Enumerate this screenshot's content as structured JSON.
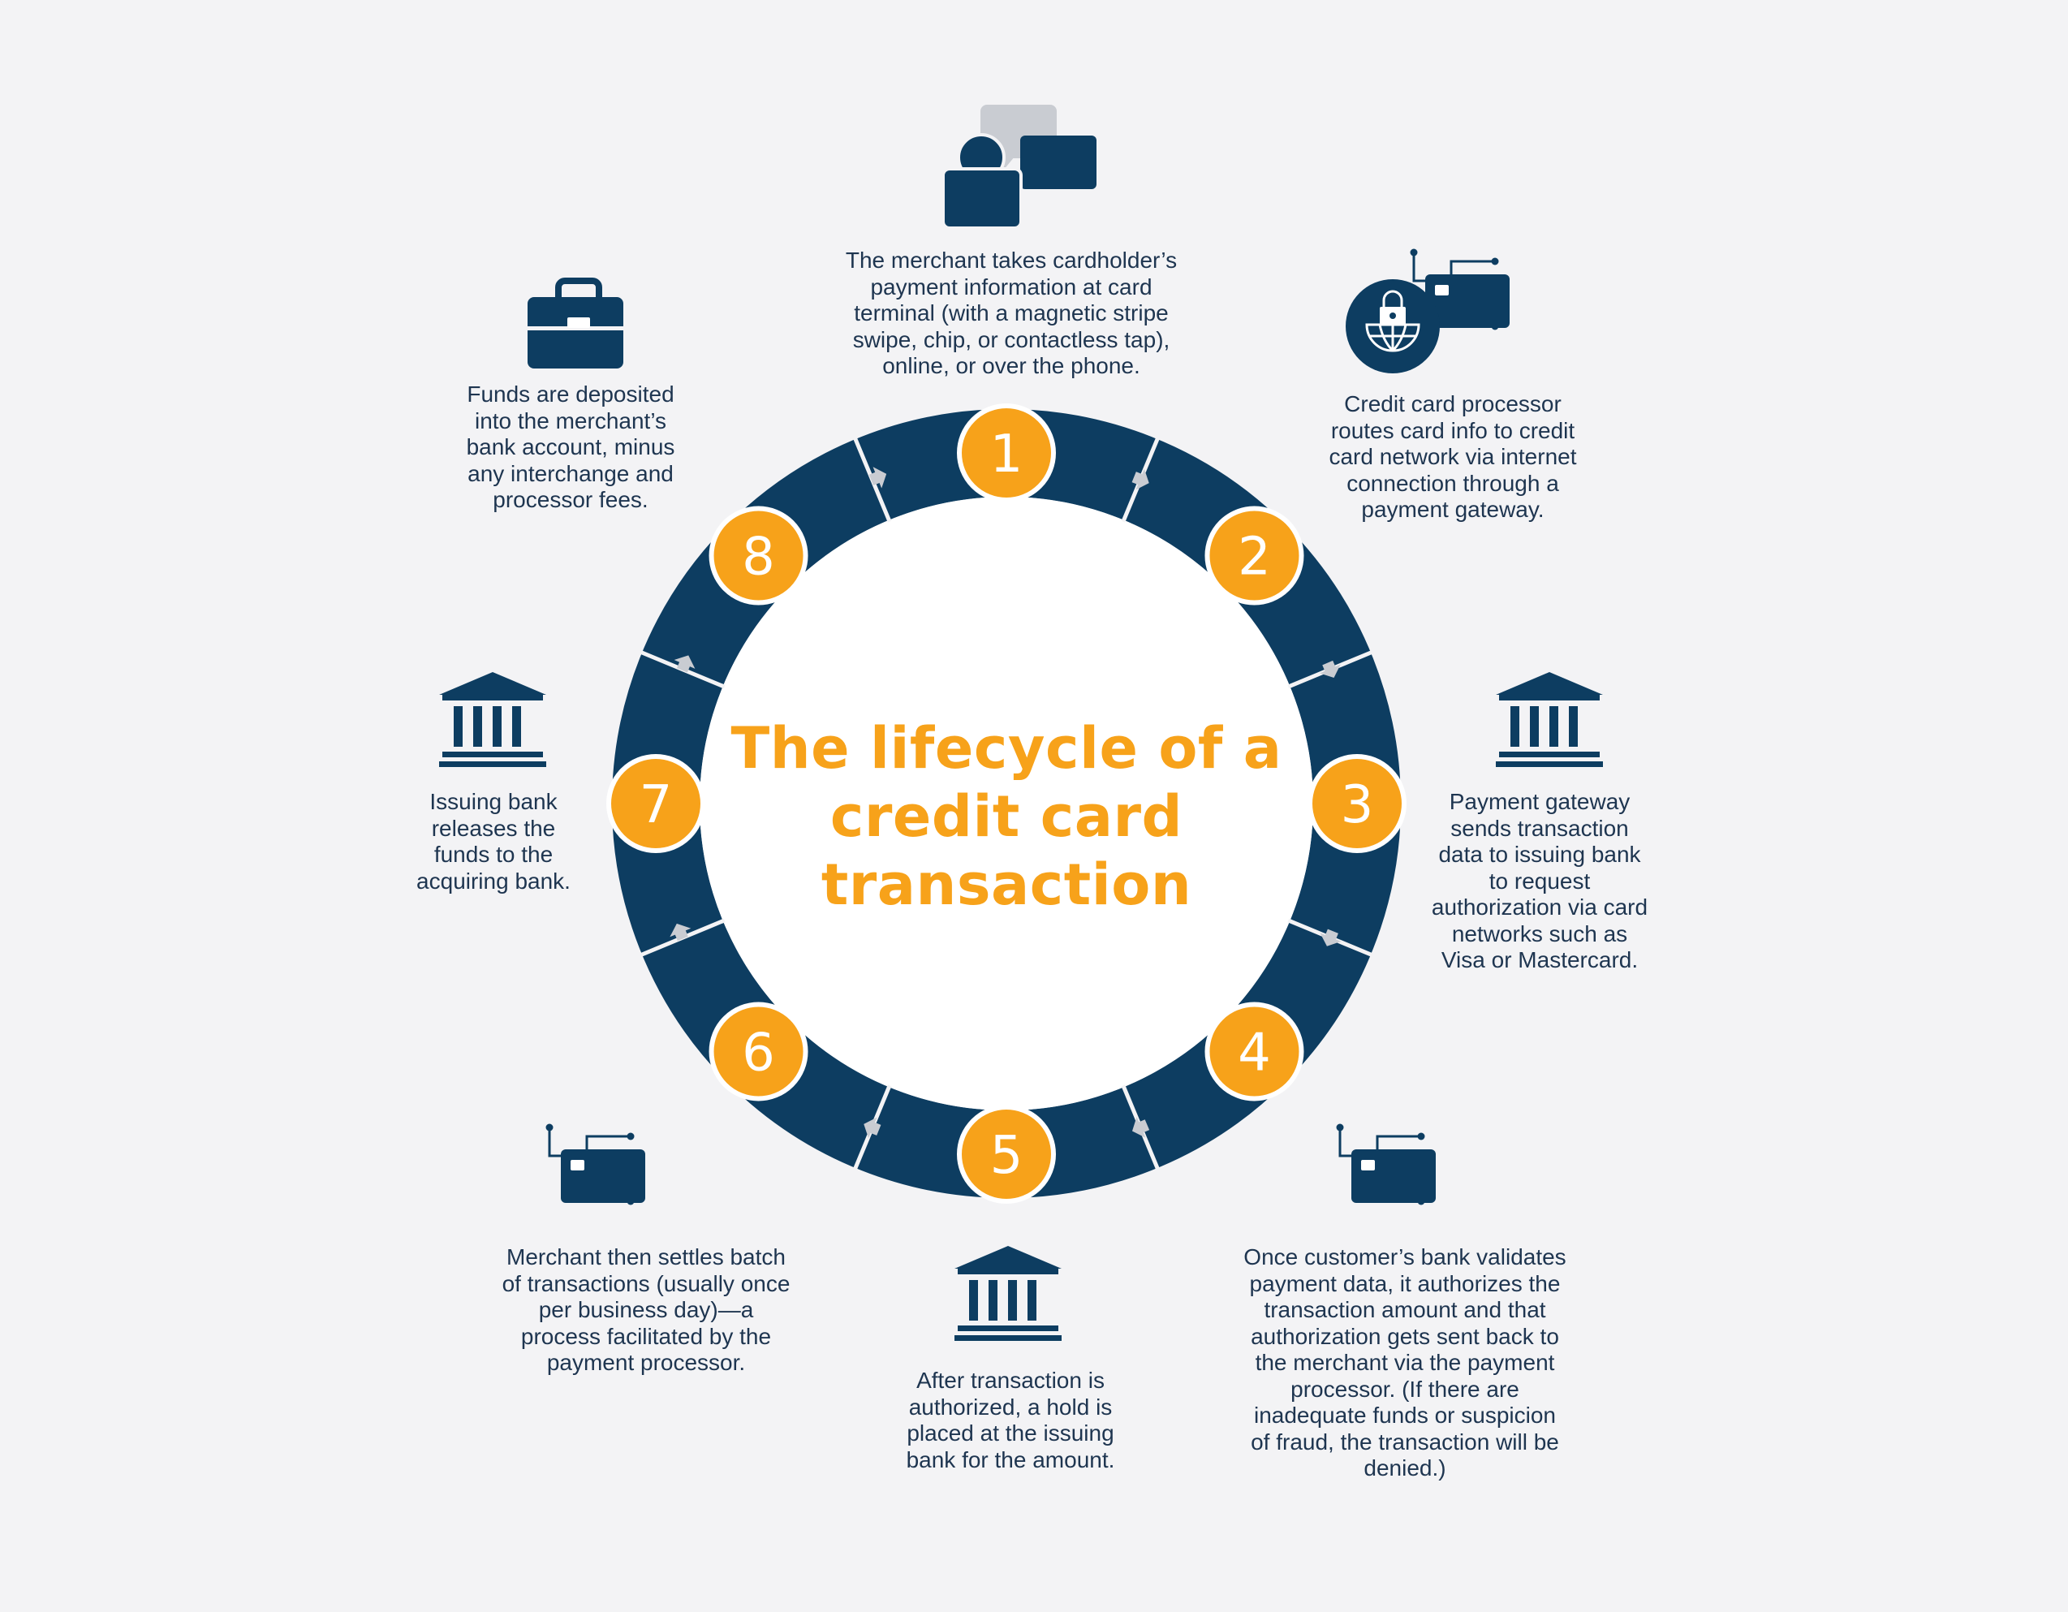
{
  "title": "The lifecycle of a credit card transaction",
  "colors": {
    "background": "#f3f3f5",
    "navy": "#0d3d61",
    "orange": "#f7a21a",
    "arrow": "#c9ccd2",
    "text": "#1e3550"
  },
  "steps": [
    {
      "number": "1",
      "icon": "chat-user-icon",
      "text": "The merchant takes cardholder’s payment information at card terminal (with a magnetic stripe swipe, chip, or contactless tap), online, or over the phone."
    },
    {
      "number": "2",
      "icon": "secure-globe-card-icon",
      "text": "Credit card processor routes card info to credit card network via internet connection through a payment gateway."
    },
    {
      "number": "3",
      "icon": "bank-icon",
      "text": "Payment gateway sends transaction data to issuing bank to request authorization via card networks such as Visa or Mastercard."
    },
    {
      "number": "4",
      "icon": "credit-card-circuit-icon",
      "text": "Once customer’s bank validates payment data, it authorizes the transaction amount and that authorization gets sent back to the merchant via the payment processor. (If there are inadequate funds or suspicion of fraud, the transaction will be denied.)"
    },
    {
      "number": "5",
      "icon": "bank-icon",
      "text": "After transaction is authorized, a hold is placed at the issuing bank for the amount."
    },
    {
      "number": "6",
      "icon": "credit-card-circuit-icon",
      "text": "Merchant then settles batch of transactions (usually once per business day)—a process facilitated by the payment processor."
    },
    {
      "number": "7",
      "icon": "bank-icon",
      "text": "Issuing bank releases the funds to the acquiring bank."
    },
    {
      "number": "8",
      "icon": "briefcase-icon",
      "text": "Funds are deposited into the merchant’s bank account, minus any interchange and processor fees."
    }
  ]
}
